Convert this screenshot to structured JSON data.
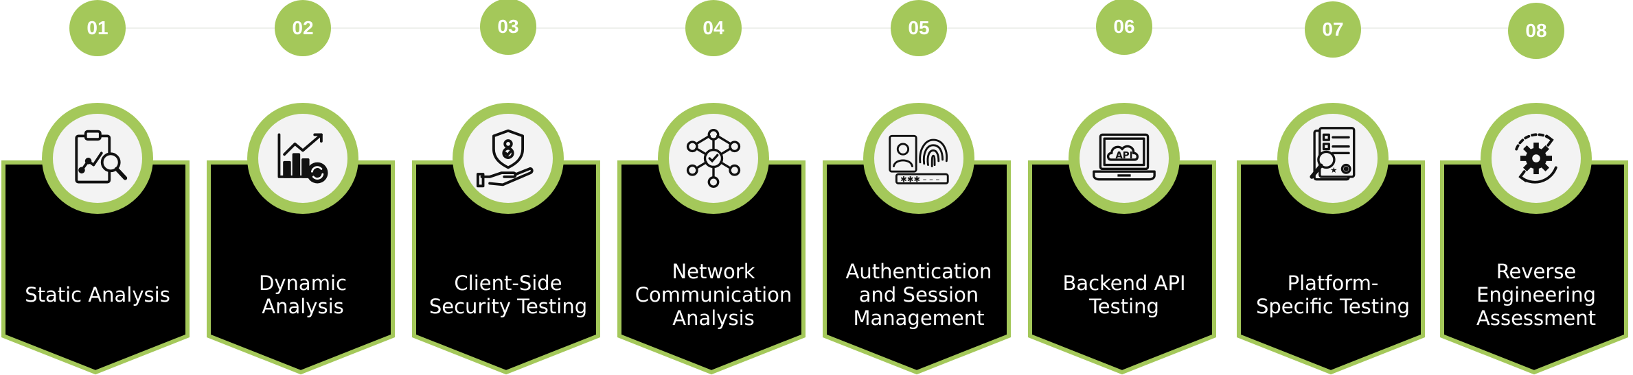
{
  "accent_color": "#a4c85a",
  "panel_color": "#000000",
  "steps": [
    {
      "number": "01",
      "label": "Static Analysis",
      "icon": "clipboard-chart-magnifier-icon"
    },
    {
      "number": "02",
      "label": "Dynamic\nAnalysis",
      "icon": "bar-chart-refresh-icon"
    },
    {
      "number": "03",
      "label": "Client-Side\nSecurity Testing",
      "icon": "hand-shield-user-icon"
    },
    {
      "number": "04",
      "label": "Network\nCommunication\nAnalysis",
      "icon": "network-nodes-icon"
    },
    {
      "number": "05",
      "label": "Authentication\nand Session\nManagement",
      "icon": "id-card-fingerprint-password-icon"
    },
    {
      "number": "06",
      "label": "Backend API\nTesting",
      "icon": "laptop-api-cloud-icon"
    },
    {
      "number": "07",
      "label": "Platform-\nSpecific Testing",
      "icon": "document-checklist-gear-icon"
    },
    {
      "number": "08",
      "label": "Reverse\nEngineering\nAssessment",
      "icon": "gear-reverse-arrows-icon"
    }
  ]
}
